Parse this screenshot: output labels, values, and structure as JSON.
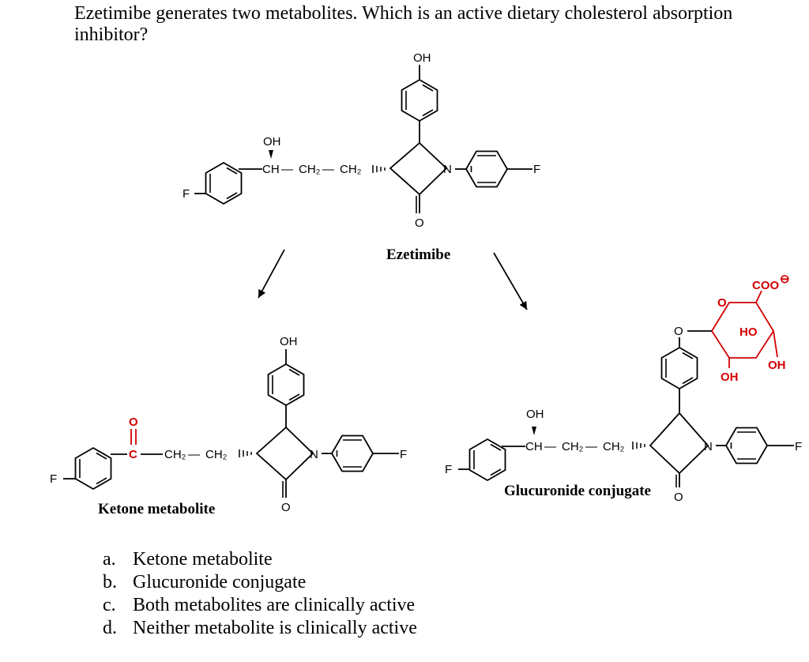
{
  "question": "Ezetimibe generates two metabolites.  Which is an active dietary cholesterol absorption inhibitor?",
  "labels": {
    "OH": "OH",
    "F": "F",
    "N": "N",
    "O": "O",
    "C": "C",
    "HO": "HO",
    "COO": "COO",
    "charge": "⊖",
    "CH": "CH",
    "CH2": "CH₂",
    "dash": "—"
  },
  "compounds": {
    "parent": "Ezetimibe",
    "ketone": "Ketone metabolite",
    "glucuronide": "Glucuronide conjugate"
  },
  "options": [
    {
      "letter": "a.",
      "text": "Ketone metabolite"
    },
    {
      "letter": "b.",
      "text": "Glucuronide conjugate"
    },
    {
      "letter": "c.",
      "text": "Both metabolites are clinically active"
    },
    {
      "letter": "d.",
      "text": "Neither metabolite is clinically active"
    }
  ],
  "colors": {
    "ink": "#000000",
    "highlight": "#d40000"
  }
}
